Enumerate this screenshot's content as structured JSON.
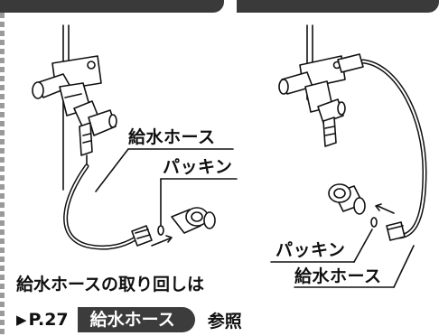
{
  "labels": {
    "left_hose": "給水ホース",
    "left_packing": "パッキン",
    "right_packing": "パッキン",
    "right_hose": "給水ホース"
  },
  "note": {
    "line1": "給水ホースの取り回しは",
    "arrow": "▶",
    "page_ref": "P.27",
    "tab_label": "給水ホース",
    "suffix": "参照"
  },
  "colors": {
    "tab_dark": "#3a3a3a",
    "line": "#111111",
    "edge_dashes": "#9a9a9a"
  }
}
